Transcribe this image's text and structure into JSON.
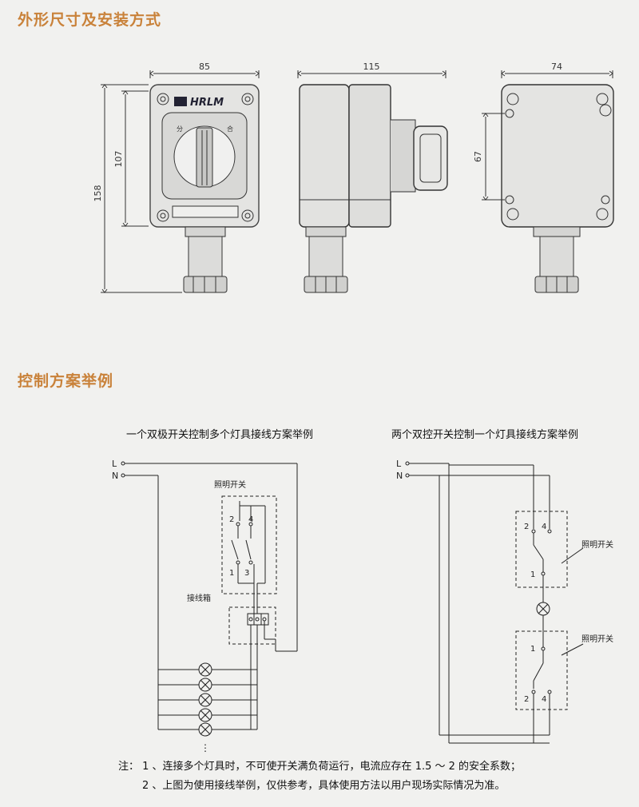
{
  "section1": {
    "title": "外形尺寸及安装方式"
  },
  "section2": {
    "title": "控制方案举例"
  },
  "dimensions": {
    "front_width": "85",
    "front_height_inner": "107",
    "front_height_total": "158",
    "side_width": "115",
    "back_width": "74",
    "back_height": "67"
  },
  "brand_logo": "HRLM",
  "knob_marks": {
    "left": "分",
    "right": "合"
  },
  "diagram1": {
    "caption": "一个双极开关控制多个灯具接线方案举例",
    "line_L": "L",
    "line_N": "N",
    "switch_label": "照明开关",
    "term_2": "2",
    "term_4": "4",
    "term_1": "1",
    "term_3": "3",
    "junction_label": "接线箱",
    "more": "⋮"
  },
  "diagram2": {
    "caption": "两个双控开关控制一个灯具接线方案举例",
    "line_L": "L",
    "line_N": "N",
    "switch_label_top": "照明开关",
    "switch_label_bottom": "照明开关",
    "t_top_2": "2",
    "t_top_4": "4",
    "t_top_1": "1",
    "t_bot_1": "1",
    "t_bot_2": "2",
    "t_bot_4": "4"
  },
  "notes": {
    "prefix": "注：",
    "line1": "1 、连接多个灯具时，不可使开关满负荷运行，电流应存在 1.5 ～ 2 的安全系数；",
    "line2": "2 、上图为使用接线举例，仅供参考，具体使用方法以用户现场实际情况为准。"
  }
}
